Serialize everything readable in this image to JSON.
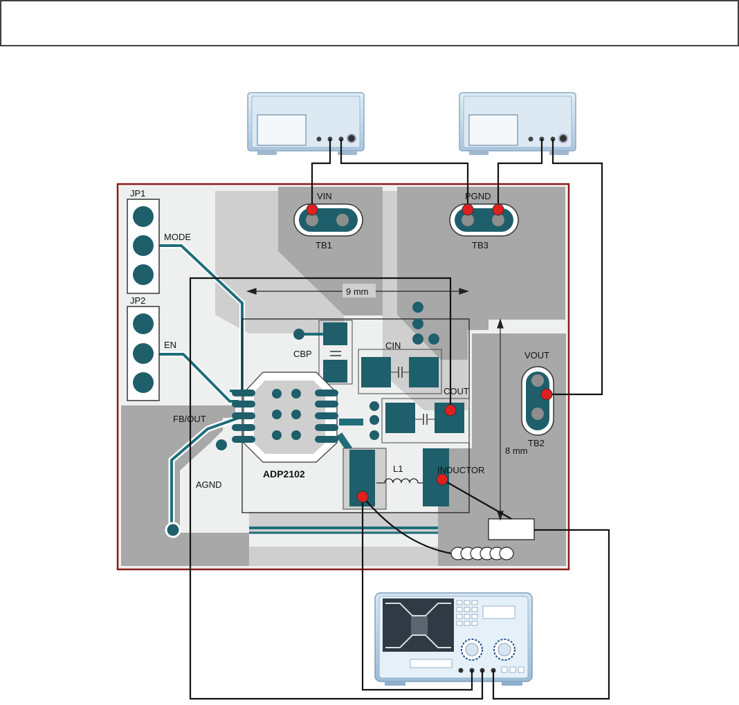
{
  "header": {
    "text": ""
  },
  "colors": {
    "copper": "#a9a9a9",
    "board": "#eef0f0",
    "board_border": "#8b1a1a",
    "pad": "#1f5f6b",
    "trace": "#1f6f7a",
    "probe": "#e0201f",
    "wire": "#111111",
    "instrument": "#c9dcea"
  },
  "labels": {
    "jp1": "JP1",
    "jp2": "JP2",
    "mode": "MODE",
    "en": "EN",
    "vin": "VIN",
    "tb1": "TB1",
    "pgnd": "PGND",
    "tb3": "TB3",
    "vout": "VOUT",
    "tb2": "TB2",
    "width_dim": "9 mm",
    "height_dim": "8 mm",
    "cbp": "CBP",
    "cin": "CIN",
    "cout": "COUT",
    "fb_out": "FB/OUT",
    "agnd": "AGND",
    "chip": "ADP2102",
    "l1": "L1",
    "inductor": "INDUCTOR"
  },
  "instruments": [
    {
      "name": "power-supply",
      "icon": "bench-power-supply"
    },
    {
      "name": "electronic-load",
      "icon": "bench-electronic-load"
    },
    {
      "name": "oscilloscope",
      "icon": "oscilloscope"
    }
  ]
}
